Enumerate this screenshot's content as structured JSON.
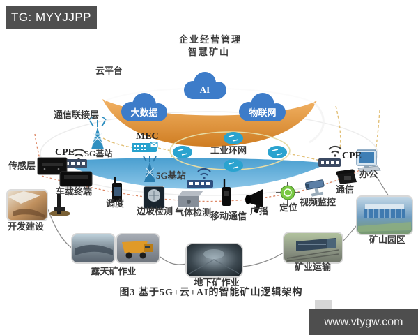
{
  "overlay": {
    "tg_badge": "TG: MYYJJPP",
    "watermark": "www.vtygw.com"
  },
  "titles": {
    "line1": "企业经营管理",
    "line2": "智慧矿山",
    "caption": "图3  基于5G+云+AI的智能矿山逻辑架构"
  },
  "layers": {
    "cloud_platform": "云平台",
    "comm_layer": "通信联接层",
    "sensor_layer": "传感层"
  },
  "clouds": {
    "bigdata": "大数据",
    "ai": "AI",
    "iot": "物联网"
  },
  "network": {
    "mec": "MEC",
    "industrial_ring": "工业环网",
    "bs_left": "5G基站",
    "bs_center": "5G基站",
    "cpe_left": "CPE",
    "cpe_right": "CPE"
  },
  "devices": {
    "vehicle_terminal": "车载终端",
    "dispatch": "调度",
    "slope_detection": "边坡检测",
    "gas_detection": "气体检测",
    "mobile_comm": "移动通信",
    "broadcast": "广播",
    "positioning": "定位",
    "video_surveillance": "视频监控",
    "telephone": "通信",
    "office": "办公"
  },
  "scenes": {
    "development": "开发建设",
    "open_pit": "露天矿作业",
    "underground": "地下矿作业",
    "transport": "矿业运输",
    "mine_park": "矿山园区"
  },
  "colors": {
    "cloud_blue": "#3d7cc9",
    "crescent_orange": "#e2892f",
    "band_blue": "#58a8d6",
    "router_teal": "#2aa3cf",
    "badge_bg": "#4f4f4f",
    "dash_orange": "#e2c078",
    "dash_red": "#dd8866"
  }
}
